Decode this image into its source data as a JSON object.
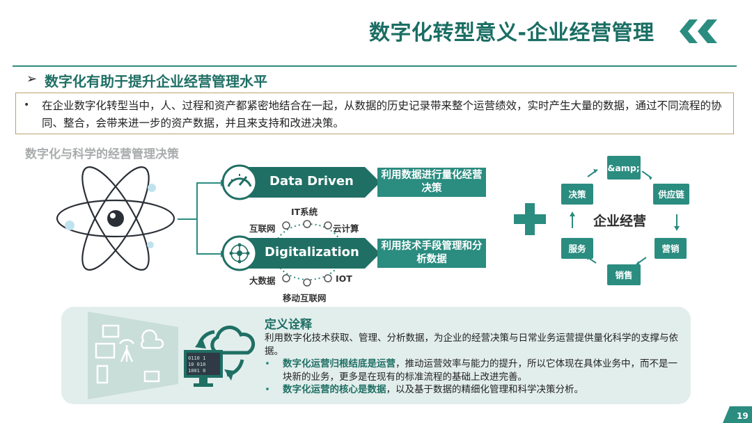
{
  "header": {
    "title": "数字化转型意义-企业经营管理"
  },
  "subheading": {
    "arrow": "➢",
    "text": "数字化有助于提升企业经营管理水平"
  },
  "bullet": {
    "dot": "•",
    "text": "在企业数字化转型当中，人、过程和资产都紧密地结合在一起，从数据的历史记录带来整个运营绩效，实时产生大量的数据，通过不同流程的协同、整合，会带来进一步的资产数据，并且来支持和改进决策。"
  },
  "section_caption": "数字化与科学的经营管理决策",
  "flows": {
    "data_driven": {
      "label": "Data Driven",
      "desc": "利用数据进行量化经营决策"
    },
    "digitalization": {
      "label": "Digitalization",
      "desc": "利用技术手段管理和分析数据"
    }
  },
  "tech": {
    "it": "IT系统",
    "internet": "互联网",
    "cloud": "云计算",
    "bigdata": "大数据",
    "iot": "IOT",
    "mobile": "移动互联网"
  },
  "cycle": {
    "center": "企业经营",
    "rd": "R&amp;D",
    "decision": "决策",
    "supply": "供应链",
    "marketing": "营销",
    "sales": "销售",
    "service": "服务"
  },
  "definition": {
    "title": "定义诠释",
    "text": "利用数字化技术获取、管理、分析数据，为企业的经营决策与日常业务运营提供量化科学的支撑与依据。",
    "points": [
      {
        "dot": "•",
        "em": "数字化运营归根结底是运营",
        "rest": "，推动运营效率与能力的提升，所以它体现在具体业务中，而不是一块新的业务，更多是在现有的标准流程的基础上改进完善。"
      },
      {
        "dot": "•",
        "em": "数字化运营的核心是数据",
        "rest": "，以及基于数据的精细化管理和科学决策分析。"
      }
    ]
  },
  "page_number": "19",
  "colors": {
    "teal": "#2b8c80",
    "dark_teal": "#1f6f64",
    "gold_border": "#b9a26d",
    "panel_bg": "#e2eeec"
  }
}
